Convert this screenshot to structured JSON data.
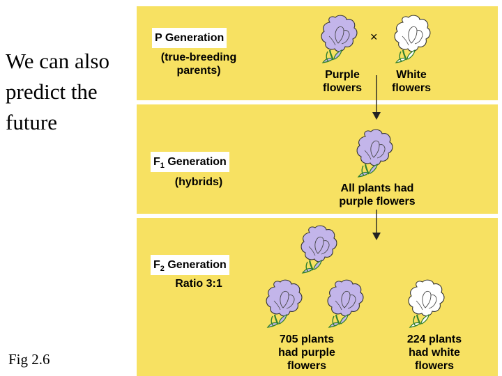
{
  "slide": {
    "title_lines": [
      "We can also",
      "predict the",
      "future"
    ],
    "caption": "Fig 2.6"
  },
  "diagram": {
    "p_generation": {
      "heading": "P Generation",
      "subtitle_lines": [
        "(true-breeding",
        "parents)"
      ],
      "cross_symbol": "×",
      "left_label_lines": [
        "Purple",
        "flowers"
      ],
      "right_label_lines": [
        "White",
        "flowers"
      ]
    },
    "f1_generation": {
      "heading_prefix": "F",
      "heading_sub": "1",
      "heading_suffix": " Generation",
      "subtitle": "(hybrids)",
      "result_lines": [
        "All plants had",
        "purple flowers"
      ]
    },
    "f2_generation": {
      "heading_prefix": "F",
      "heading_sub": "2",
      "heading_suffix": " Generation",
      "ratio": "Ratio 3:1",
      "purple_result_lines": [
        "705 plants",
        "had purple",
        "flowers"
      ],
      "white_result_lines": [
        "224 plants",
        "had white",
        "flowers"
      ]
    },
    "colors": {
      "panel": "#f7e162",
      "purple_flower": "#c3b5ea",
      "white_flower": "#ffffff",
      "leaf": "#3f9a3d"
    }
  }
}
